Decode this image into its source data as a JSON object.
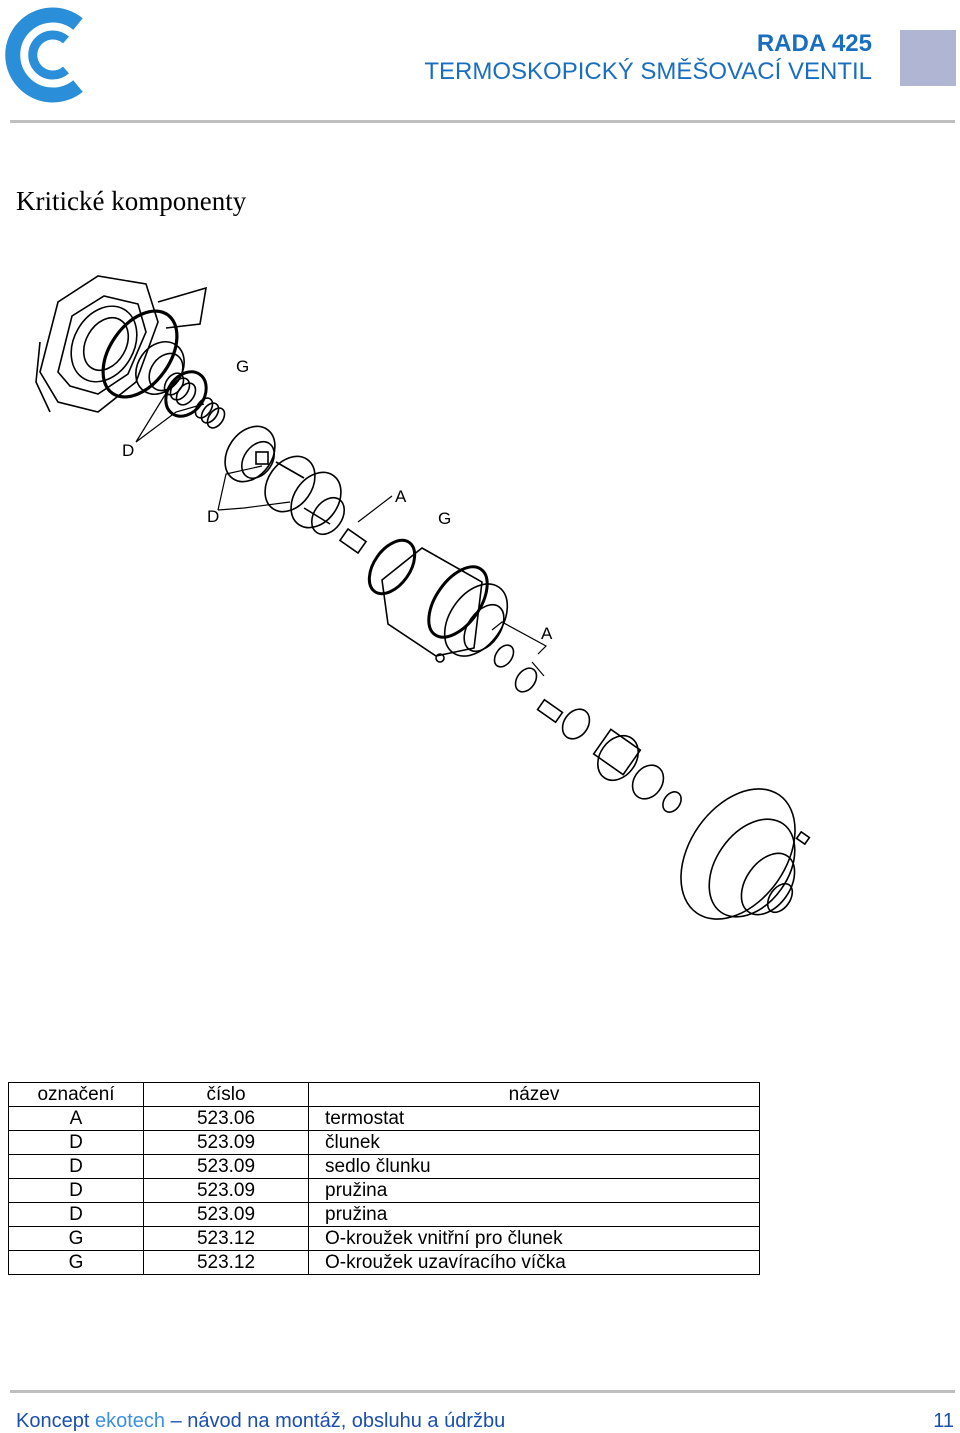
{
  "header": {
    "series": "RADA 425",
    "product": "TERMOSKOPICKÝ SMĚŠOVACÍ VENTIL"
  },
  "section_title": "Kritické komponenty",
  "diagram": {
    "callouts": [
      "G",
      "D",
      "D",
      "A",
      "G",
      "A"
    ]
  },
  "table": {
    "headers": [
      "označení",
      "číslo",
      "název"
    ],
    "rows": [
      [
        "A",
        "523.06",
        "termostat"
      ],
      [
        "D",
        "523.09",
        "člunek"
      ],
      [
        "D",
        "523.09",
        "sedlo člunku"
      ],
      [
        "D",
        "523.09",
        "pružina"
      ],
      [
        "D",
        "523.09",
        "pružina"
      ],
      [
        "G",
        "523.12",
        "O-kroužek vnitřní pro člunek"
      ],
      [
        "G",
        "523.12",
        "O-kroužek uzavíracího víčka"
      ]
    ]
  },
  "footer": {
    "brand1": "Koncept",
    "brand2": "ekotech",
    "rest": "– návod na montáž, obsluhu a údržbu",
    "page": "11"
  },
  "colors": {
    "brand_blue": "#1a6ec0",
    "logo_blue": "#2a8fd8",
    "header_box": "#b0b5d4"
  }
}
